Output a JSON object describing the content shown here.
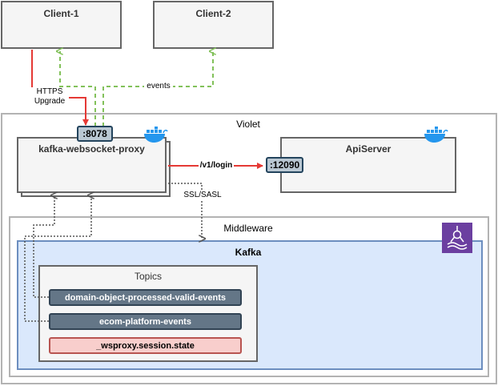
{
  "colors": {
    "box_fill": "#f5f5f5",
    "box_border": "#666666",
    "kafka_fill": "#dae8fc",
    "kafka_border": "#6c8ebf",
    "topic_dark": "#647687",
    "topic_red": "#f8cecc",
    "port_fill": "#bac8d3",
    "arrow_red": "#e53935",
    "arrow_green": "#82c15a",
    "dotted": "#555555",
    "docker_blue": "#2496ed",
    "kafka_icon": "#6b3fa0"
  },
  "nodes": {
    "client1": "Client-1",
    "client2": "Client-2",
    "violet": "Violet",
    "proxy": "kafka-websocket-proxy",
    "proxy_port": ":8078",
    "apiserver": "ApiServer",
    "apiserver_port": ":12090",
    "middleware": "Middleware",
    "kafka": "Kafka",
    "topics": "Topics"
  },
  "topics": [
    "domain-object-processed-valid-events",
    "ecom-platform-events",
    "_wsproxy.session.state"
  ],
  "edges": {
    "https_upgrade_line1": "HTTPS",
    "https_upgrade_line2": "Upgrade",
    "events": "events",
    "login": "/v1/login",
    "ssl_sasl": "SSL/SASL"
  },
  "icons": {
    "proxy_icon": "docker-whale-icon",
    "api_icon": "docker-whale-icon",
    "kafka_icon": "kafka-service-icon"
  }
}
